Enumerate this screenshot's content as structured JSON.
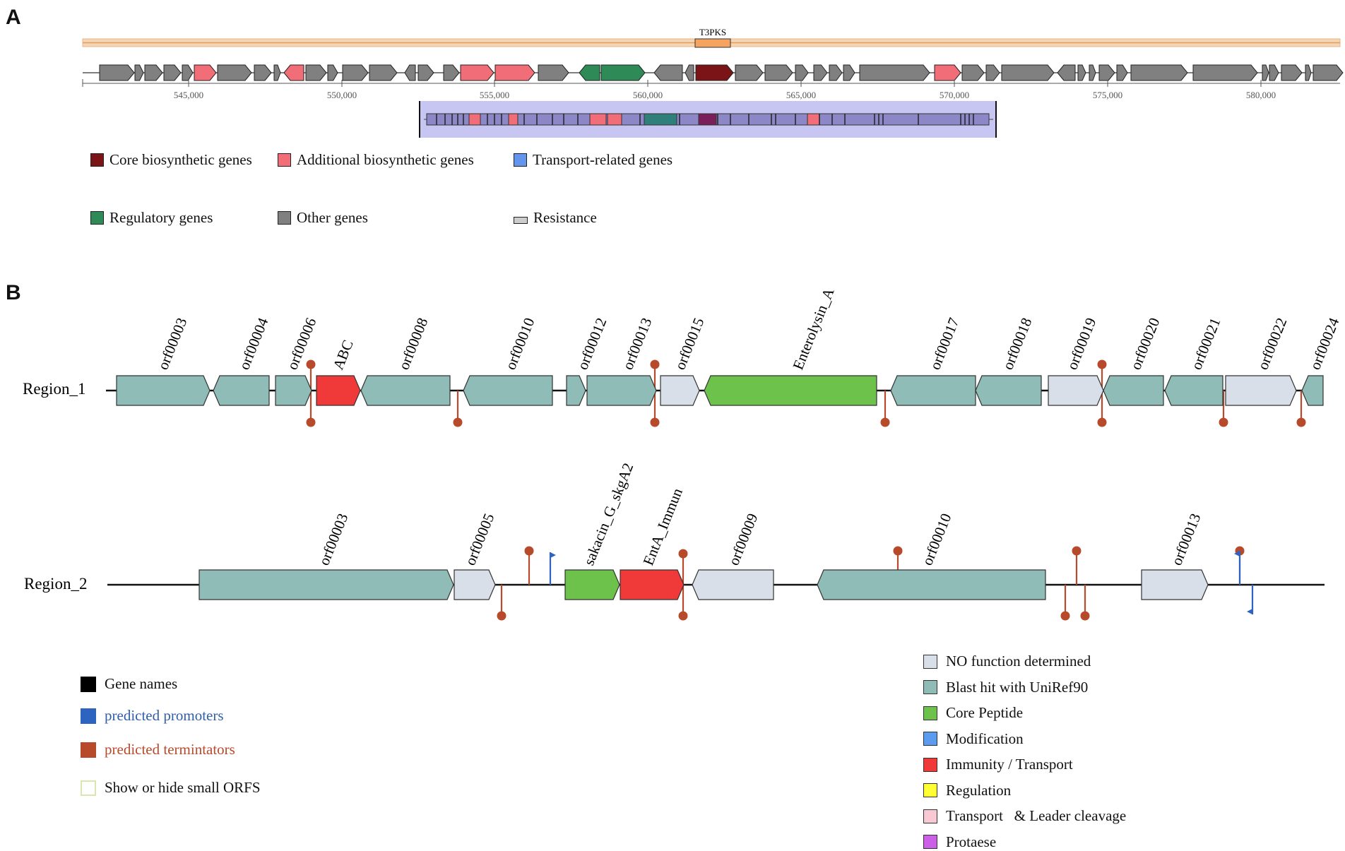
{
  "panel_a": {
    "label": "A",
    "region_tag": "T3PKS",
    "ticks": [
      "545,000",
      "550,000",
      "555,000",
      "560,000",
      "565,000",
      "570,000",
      "575,000",
      "580,000"
    ],
    "legend": [
      {
        "label": "Core biosynthetic genes",
        "color": "#7b1416"
      },
      {
        "label": "Additional biosynthetic genes",
        "color": "#f16d77"
      },
      {
        "label": "Transport-related genes",
        "color": "#6495ed"
      },
      {
        "label": "Regulatory genes",
        "color": "#2e8b57"
      },
      {
        "label": "Other genes",
        "color": "#808080"
      },
      {
        "label": "Resistance",
        "color": "#cccccc"
      }
    ],
    "colors": {
      "tag": "#f4a460",
      "band": "#f5d6b3",
      "zoom_fill": "#c7c5f2",
      "zoom_gene": "#8c88c8"
    }
  },
  "panel_b": {
    "label": "B",
    "region1": {
      "name": "Region_1",
      "genes": [
        "orf00003",
        "orf00004",
        "orf00006",
        "ABC",
        "orf00008",
        "orf00010",
        "orf00012",
        "orf00013",
        "orf00015",
        "Enterolysin_A",
        "orf00017",
        "orf00018",
        "orf00019",
        "orf00020",
        "orf00021",
        "orf00022",
        "orf00024"
      ]
    },
    "region2": {
      "name": "Region_2",
      "genes": [
        "orf00003",
        "orf00005",
        "sakacin_G_skgA2",
        "EntA_Immun",
        "orf00009",
        "orf00010",
        "orf00013"
      ]
    },
    "legend_left": [
      {
        "label": "Gene names",
        "color": "#000000",
        "text_color": "#111111"
      },
      {
        "label": "predicted promoters",
        "color": "#2f63c0",
        "text_color": "#2f5fa8"
      },
      {
        "label": "predicted termintators",
        "color": "#b84a2c",
        "text_color": "#b84a2c"
      },
      {
        "label": "Show or hide small ORFS",
        "color": "none",
        "text_color": "#111111"
      }
    ],
    "legend_right": [
      {
        "label": "NO function determined",
        "color": "#d9dfe8"
      },
      {
        "label": "Blast hit with UniRef90",
        "color": "#8fbcb6"
      },
      {
        "label": "Core Peptide",
        "color": "#6cc24a"
      },
      {
        "label": "Modification",
        "color": "#5b9bf0"
      },
      {
        "label": "Immunity / Transport",
        "color": "#f03a3a"
      },
      {
        "label": "Regulation",
        "color": "#ffff33"
      },
      {
        "label": "Transport   & Leader cleavage",
        "color": "#f8c9d2"
      },
      {
        "label": "Protaese",
        "color": "#cc5ee8"
      }
    ],
    "colors": {
      "teal": "#8fbcb6",
      "grey": "#d9dfe8",
      "green": "#6cc24a",
      "red": "#f03a3a",
      "term": "#b84a2c",
      "prom": "#2f63c0"
    }
  }
}
